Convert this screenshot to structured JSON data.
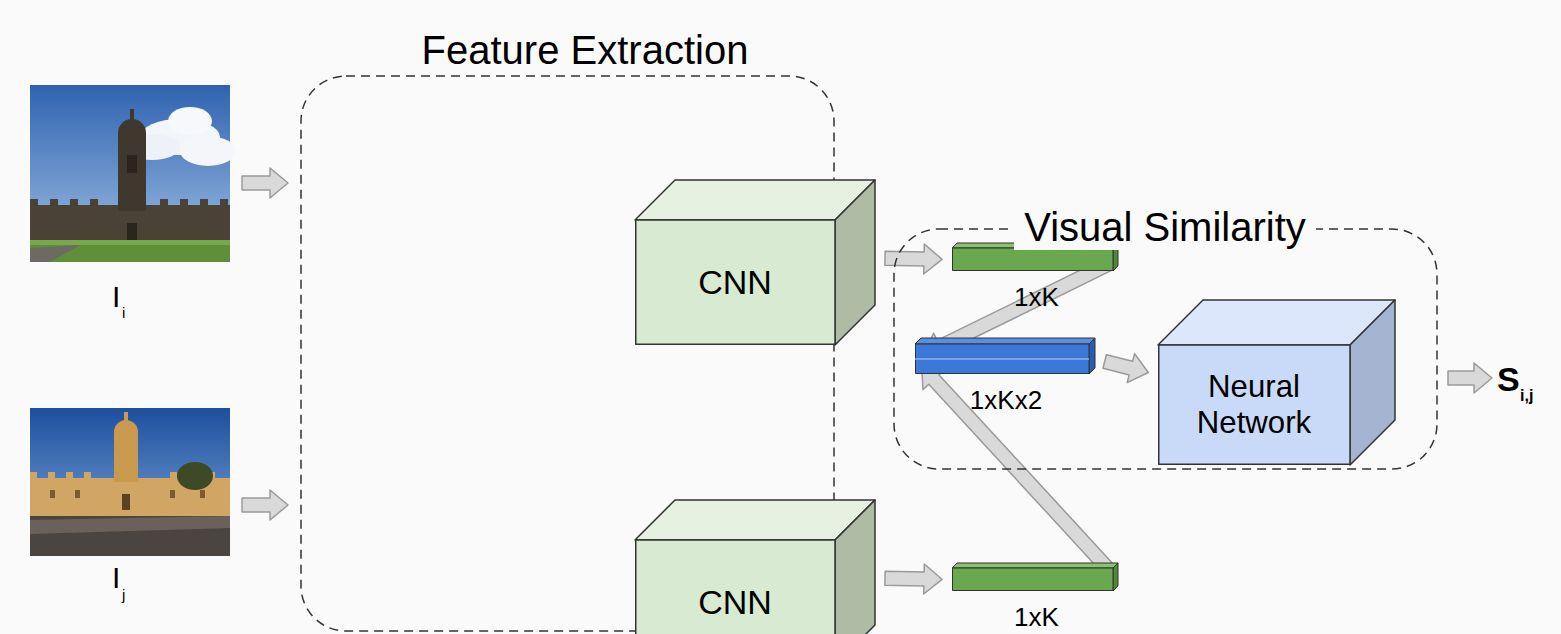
{
  "diagram": {
    "nodes": [
      {
        "text": [
          "Feature Extraction"
        ]
      },
      {
        "text": [
          "CNN"
        ],
        "in": 0
      },
      {
        "text": [
          "CNN"
        ],
        "in": 0
      },
      {
        "text": [
          "1xK"
        ],
        "in": 0
      },
      {
        "text": [
          "1xK"
        ],
        "in": 0
      },
      {
        "text": [
          "Visual Similarity"
        ]
      },
      {
        "text": [
          "1xKx2"
        ],
        "in": 5
      },
      {
        "text": [
          "Neural Network"
        ],
        "in": 5
      }
    ],
    "edges": [
      {
        "from": 1,
        "to": 3,
        "arrow": "to"
      },
      {
        "from": 2,
        "to": 4,
        "arrow": "to"
      },
      {
        "from": 3,
        "to": 6,
        "arrow": "to"
      },
      {
        "from": 4,
        "to": 6,
        "arrow": "to"
      },
      {
        "from": 6,
        "to": 7,
        "arrow": "to"
      }
    ],
    "labels": [
      "I",
      "i",
      "I",
      "j",
      "S",
      "i,j"
    ]
  }
}
